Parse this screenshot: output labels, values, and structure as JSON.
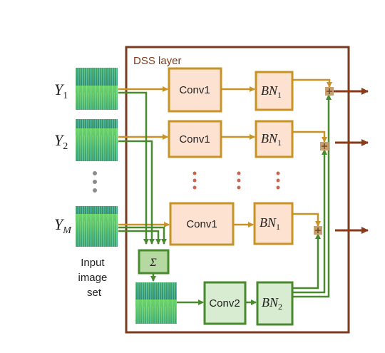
{
  "layer_title": "DSS layer",
  "inputs": [
    {
      "symbol": "Y",
      "subscript": "1"
    },
    {
      "symbol": "Y",
      "subscript": "2"
    },
    {
      "symbol": "Y",
      "subscript": "M"
    }
  ],
  "input_caption": [
    "Input",
    "image",
    "set"
  ],
  "conv1_label": "Conv1",
  "bn1": {
    "symbol": "BN",
    "subscript": "1"
  },
  "sum_label": "Σ",
  "conv2_label": "Conv2",
  "bn2": {
    "symbol": "BN",
    "subscript": "2"
  },
  "colors": {
    "frame": "#7a3b1e",
    "gold": "#c79326",
    "peach_fill": "#fde2d2",
    "green": "#4a8a2e",
    "green_fill": "#d7ecd0",
    "sum_fill": "#b5d9a0",
    "ellipsis_dot": "#c8664f",
    "input_dots": "#8c8c8c",
    "output_arrow": "#8a3a18"
  }
}
